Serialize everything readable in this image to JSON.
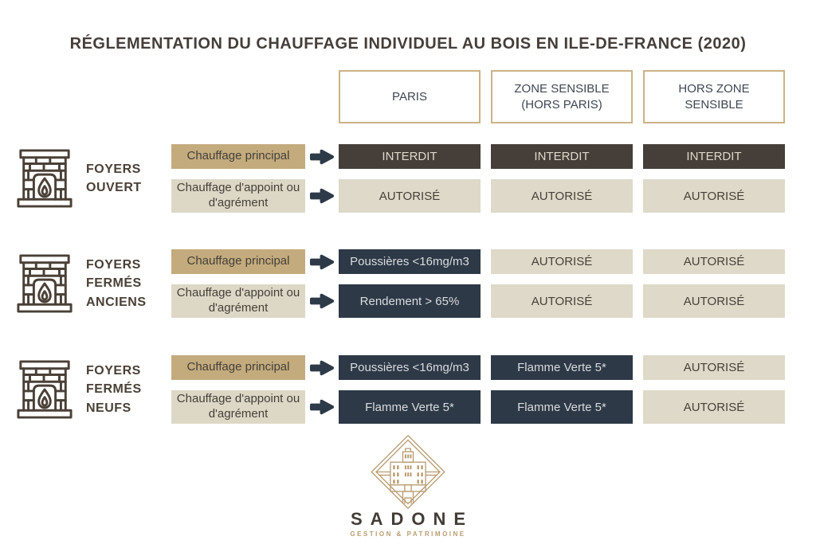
{
  "title": "RÉGLEMENTATION DU CHAUFFAGE INDIVIDUEL AU BOIS EN ILE-DE-FRANCE (2020)",
  "columns": [
    {
      "label": "PARIS"
    },
    {
      "label": "ZONE SENSIBLE (HORS PARIS)"
    },
    {
      "label": "HORS ZONE SENSIBLE"
    }
  ],
  "groups": [
    {
      "name": "FOYERS OUVERT",
      "rows": [
        {
          "label": "Chauffage principal",
          "cells": [
            {
              "text": "INTERDIT"
            },
            {
              "text": "INTERDIT"
            },
            {
              "text": "INTERDIT"
            }
          ]
        },
        {
          "label": "Chauffage d'appoint ou d'agrément",
          "cells": [
            {
              "text": "AUTORISÉ"
            },
            {
              "text": "AUTORISÉ"
            },
            {
              "text": "AUTORISÉ"
            }
          ]
        }
      ]
    },
    {
      "name": "FOYERS FERMÉS ANCIENS",
      "rows": [
        {
          "label": "Chauffage principal",
          "cells": [
            {
              "text": "Poussières <16mg/m3"
            },
            {
              "text": "AUTORISÉ"
            },
            {
              "text": "AUTORISÉ"
            }
          ]
        },
        {
          "label": "Chauffage d'appoint ou d'agrément",
          "cells": [
            {
              "text": "Rendement > 65%"
            },
            {
              "text": "AUTORISÉ"
            },
            {
              "text": "AUTORISÉ"
            }
          ]
        }
      ]
    },
    {
      "name": "FOYERS FERMÉS NEUFS",
      "rows": [
        {
          "label": "Chauffage principal",
          "cells": [
            {
              "text": "Poussières <16mg/m3"
            },
            {
              "text": "Flamme Verte 5*"
            },
            {
              "text": "AUTORISÉ"
            }
          ]
        },
        {
          "label": "Chauffage d'appoint ou d'agrément",
          "cells": [
            {
              "text": "Flamme Verte 5*"
            },
            {
              "text": "Flamme Verte 5*"
            },
            {
              "text": "AUTORISÉ"
            }
          ]
        }
      ]
    }
  ],
  "footer": {
    "brand": "SADONE",
    "tagline": "GESTION & PATRIMOINE"
  },
  "colors": {
    "title_text": "#453e39",
    "forbidden_cell": "#463f39",
    "condition_cell": "#2d3947",
    "allowed_cell": "#ded9c8",
    "principal_label": "#c3ab7d",
    "appoint_label": "#ddd8c6",
    "header_border": "#ccb286",
    "header_text": "#3d4754",
    "logo_gold": "#b89c70"
  }
}
